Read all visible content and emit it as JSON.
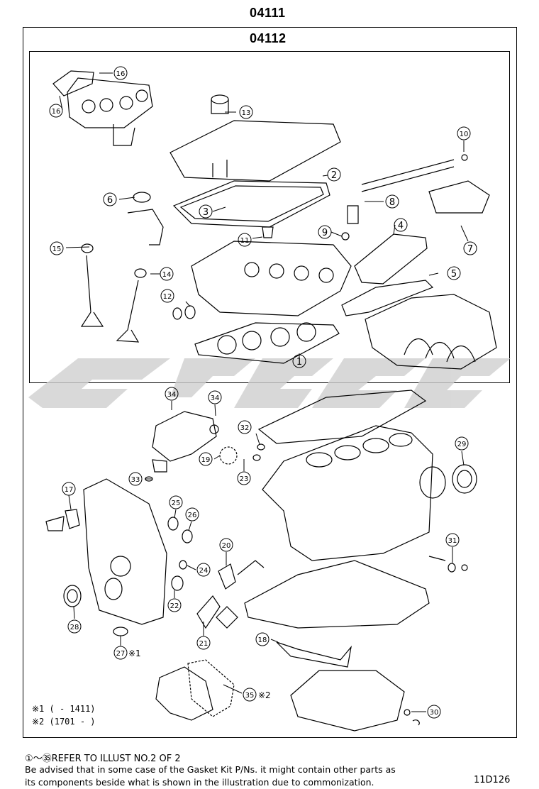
{
  "header": {
    "outer_kit": "04111",
    "inner_kit": "04112"
  },
  "callouts": [
    {
      "n": "1"
    },
    {
      "n": "2"
    },
    {
      "n": "3"
    },
    {
      "n": "4"
    },
    {
      "n": "5"
    },
    {
      "n": "6"
    },
    {
      "n": "7"
    },
    {
      "n": "8"
    },
    {
      "n": "9"
    },
    {
      "n": "10"
    },
    {
      "n": "11"
    },
    {
      "n": "12"
    },
    {
      "n": "13"
    },
    {
      "n": "14"
    },
    {
      "n": "15"
    },
    {
      "n": "16"
    },
    {
      "n": "16"
    },
    {
      "n": "17"
    },
    {
      "n": "18"
    },
    {
      "n": "19"
    },
    {
      "n": "20"
    },
    {
      "n": "21"
    },
    {
      "n": "22"
    },
    {
      "n": "23"
    },
    {
      "n": "24"
    },
    {
      "n": "25"
    },
    {
      "n": "26"
    },
    {
      "n": "27"
    },
    {
      "n": "28"
    },
    {
      "n": "29"
    },
    {
      "n": "30"
    },
    {
      "n": "31"
    },
    {
      "n": "32"
    },
    {
      "n": "33"
    },
    {
      "n": "34"
    },
    {
      "n": "34"
    },
    {
      "n": "35"
    }
  ],
  "marks": {
    "m1": "※1",
    "m2": "※2"
  },
  "notes": {
    "line1": "※1 (      - 1411)",
    "line2": "※2 (1701 -      )"
  },
  "footer": {
    "refer": "①～㉟REFER TO ILLUST NO.2 OF 2",
    "advise1": "Be advised that in some case of the Gasket Kit P/Ns.  it might contain other parts as",
    "advise2": "its components beside what is shown in the illustration due to commonization.",
    "code": "11D126"
  }
}
